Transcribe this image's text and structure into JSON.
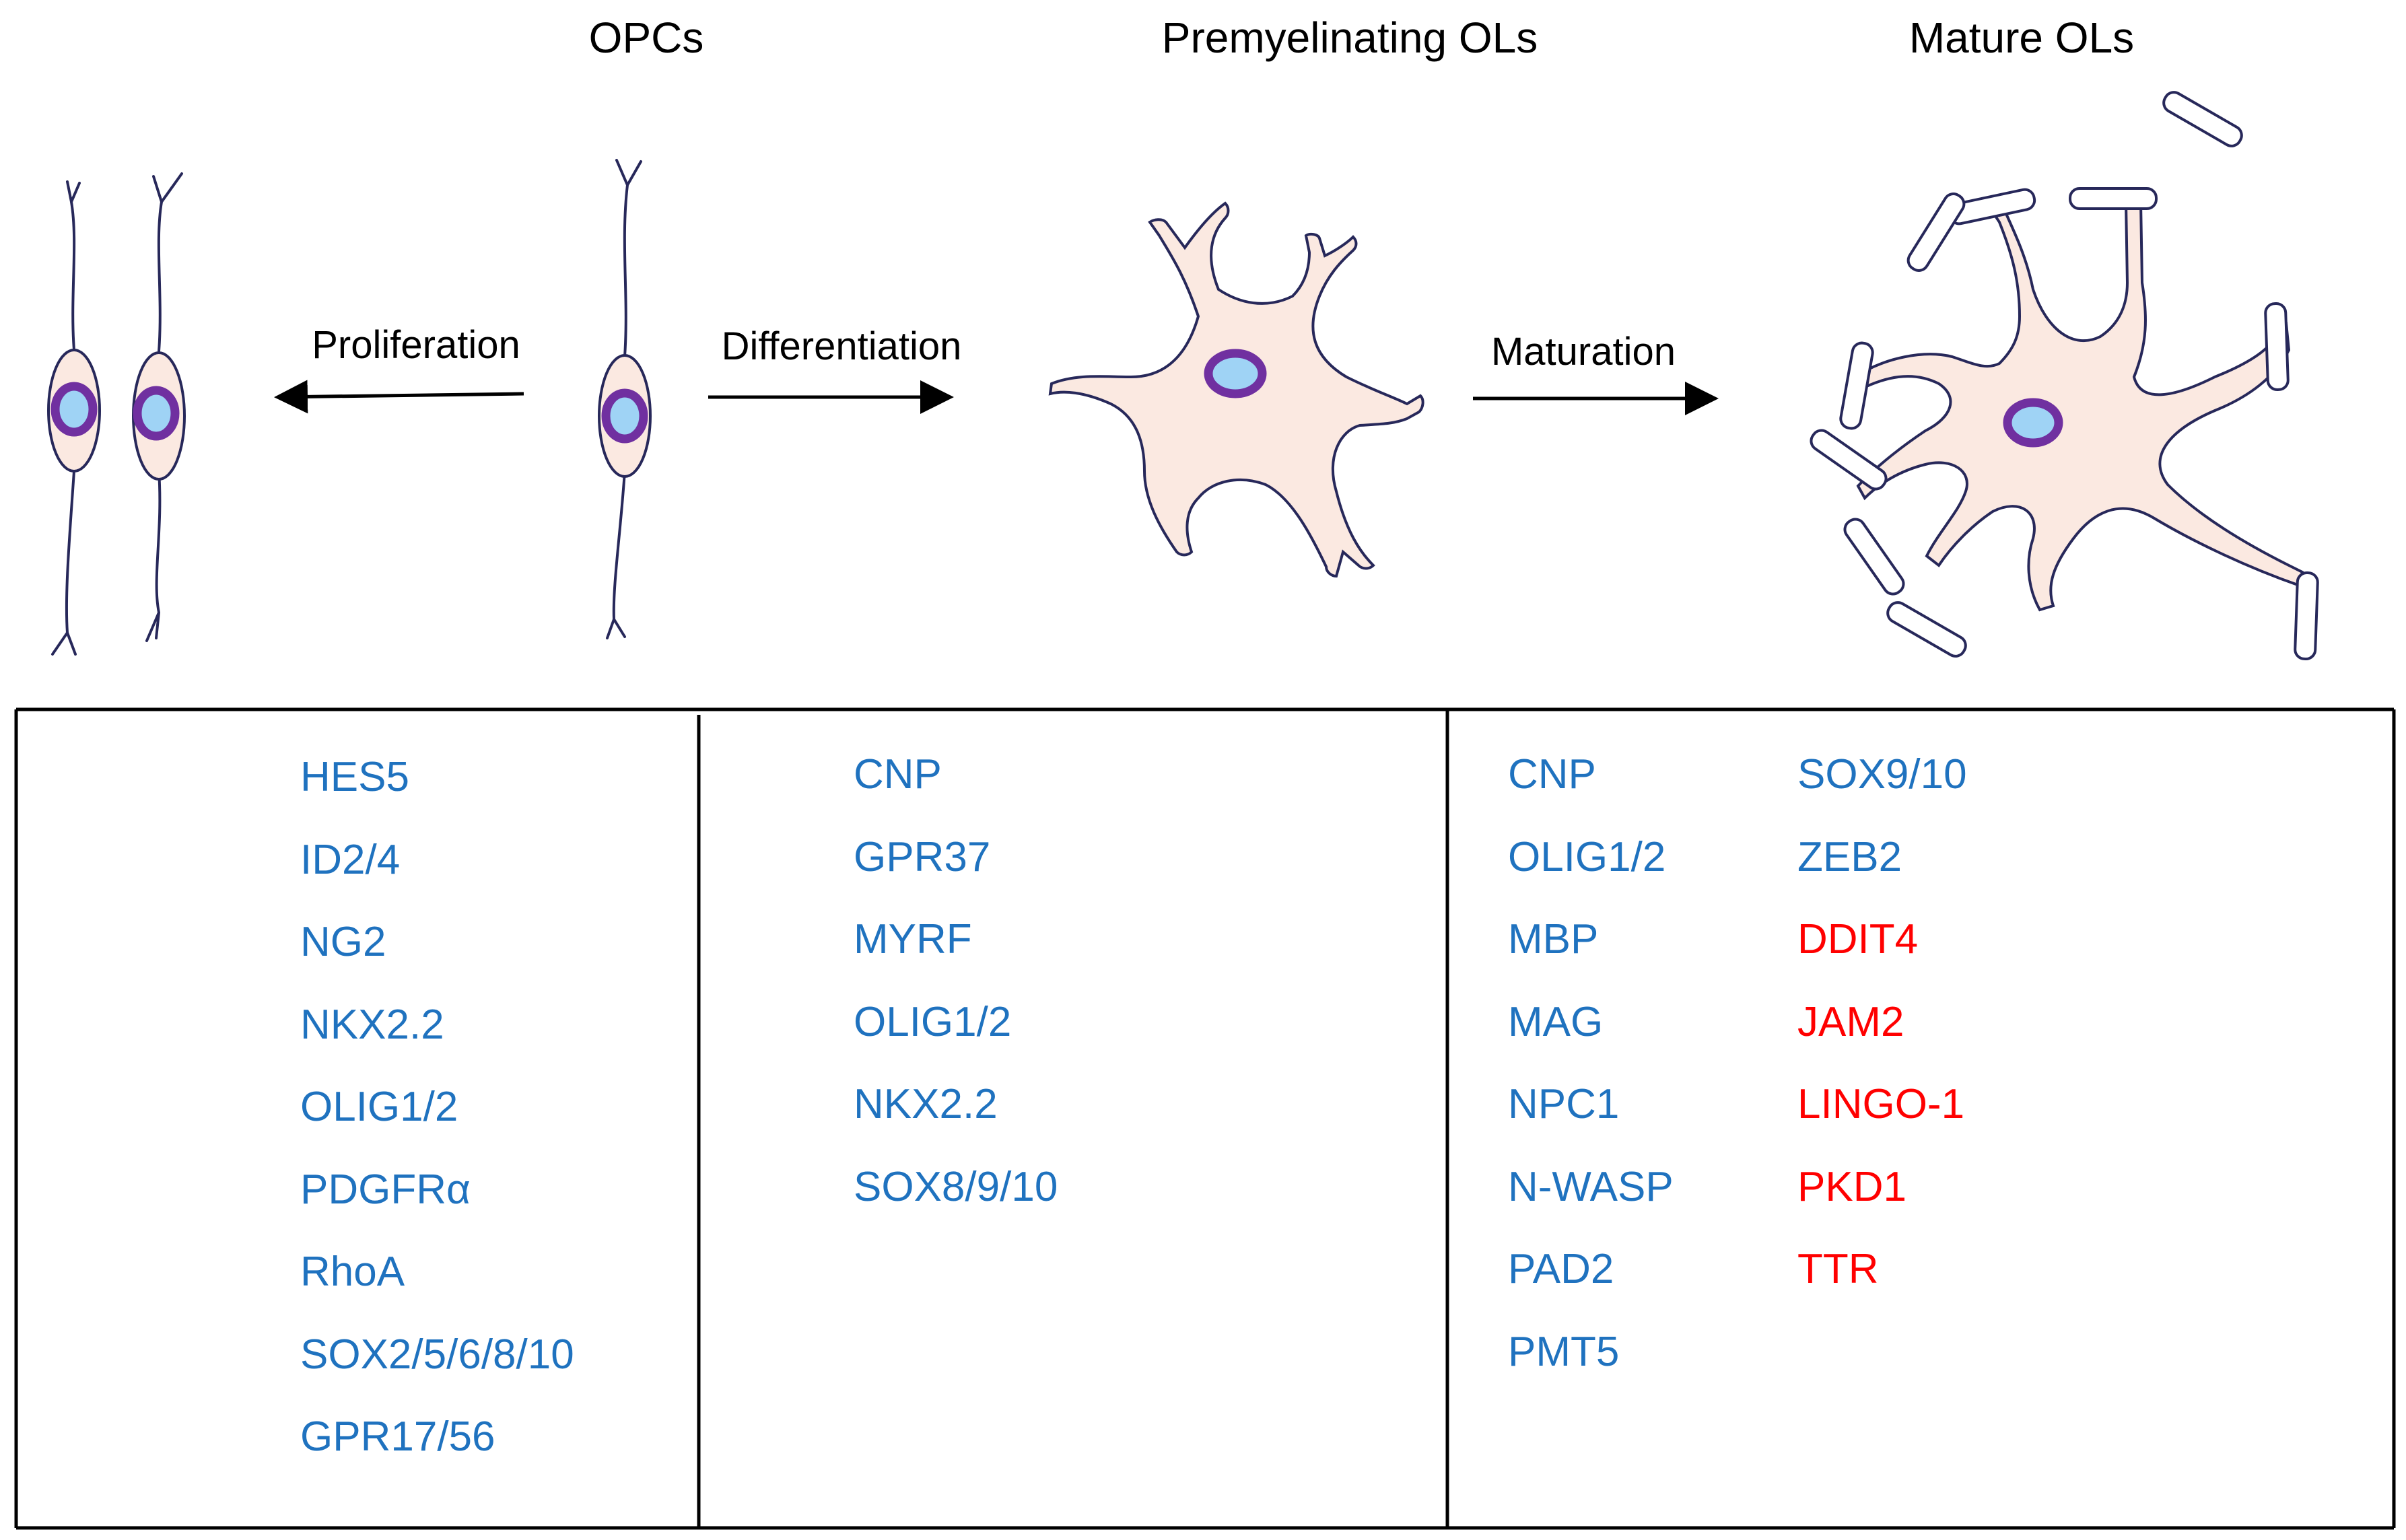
{
  "stages": {
    "opcs": "OPCs",
    "premyelinating": "Premyelinating OLs",
    "mature": "Mature OLs"
  },
  "processes": {
    "proliferation": "Proliferation",
    "differentiation": "Differentiation",
    "maturation": "Maturation"
  },
  "colors": {
    "marker_blue": "#1f72bf",
    "marker_red": "#ff0000",
    "cell_fill": "#fbe9e1",
    "cell_outline": "#27285a",
    "nucleus_fill": "#9fd3f5",
    "nucleus_ring": "#7030a0"
  },
  "markers": {
    "opcs": [
      "HES5",
      "ID2/4",
      "NG2",
      "NKX2.2",
      "OLIG1/2",
      "PDGFRα",
      "RhoA",
      "SOX2/5/6/8/10",
      "GPR17/56"
    ],
    "premyelinating": [
      "CNP",
      "GPR37",
      "MYRF",
      "OLIG1/2",
      "NKX2.2",
      "SOX8/9/10"
    ],
    "mature_left": [
      "CNP",
      "OLIG1/2",
      "MBP",
      "MAG",
      "NPC1",
      "N-WASP",
      "PAD2",
      "PMT5"
    ],
    "mature_right": [
      {
        "text": "SOX9/10",
        "color": "blue"
      },
      {
        "text": "ZEB2",
        "color": "blue"
      },
      {
        "text": "DDIT4",
        "color": "red"
      },
      {
        "text": "JAM2",
        "color": "red"
      },
      {
        "text": "LINGO-1",
        "color": "red"
      },
      {
        "text": "PKD1",
        "color": "red"
      },
      {
        "text": "TTR",
        "color": "red"
      }
    ]
  }
}
